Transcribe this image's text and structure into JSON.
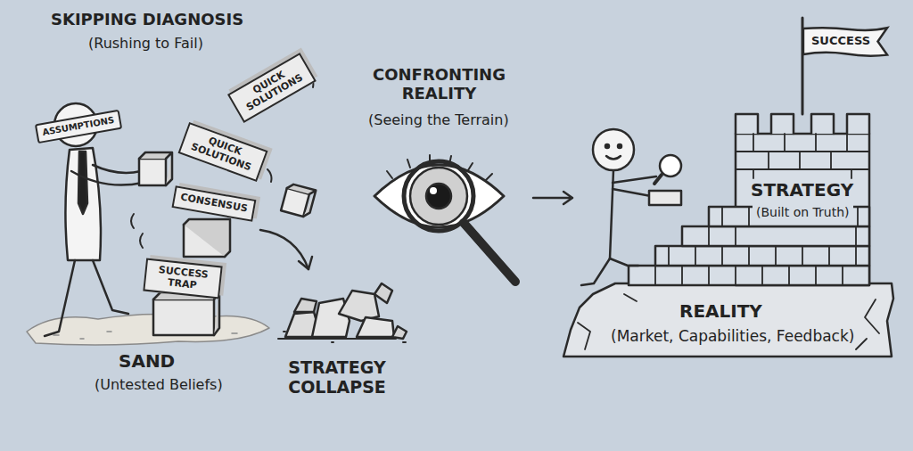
{
  "diagram": {
    "nodes": [
      {
        "text": [
          "ASSUMPTIONS"
        ]
      },
      {
        "text": [
          "QUICK SOLUTIONS"
        ]
      },
      {
        "text": [
          "QUICK SOLUTIONS"
        ]
      },
      {
        "text": [
          "CONSENSUS"
        ]
      },
      {
        "text": [
          "SUCCESS TRAP"
        ]
      },
      {
        "text": [
          "SUCCESS"
        ]
      }
    ],
    "labels": [
      "SKIPPING DIAGNOSIS",
      "(Rushing to Fail)",
      "SAND",
      "(Untested Beliefs)",
      "STRATEGY COLLAPSE",
      "CONFRONTING REALITY",
      "(Seeing the Terrain)",
      "STRATEGY",
      "(Built on Truth)",
      "REALITY",
      "(Market, Capabilities, Feedback)"
    ]
  }
}
